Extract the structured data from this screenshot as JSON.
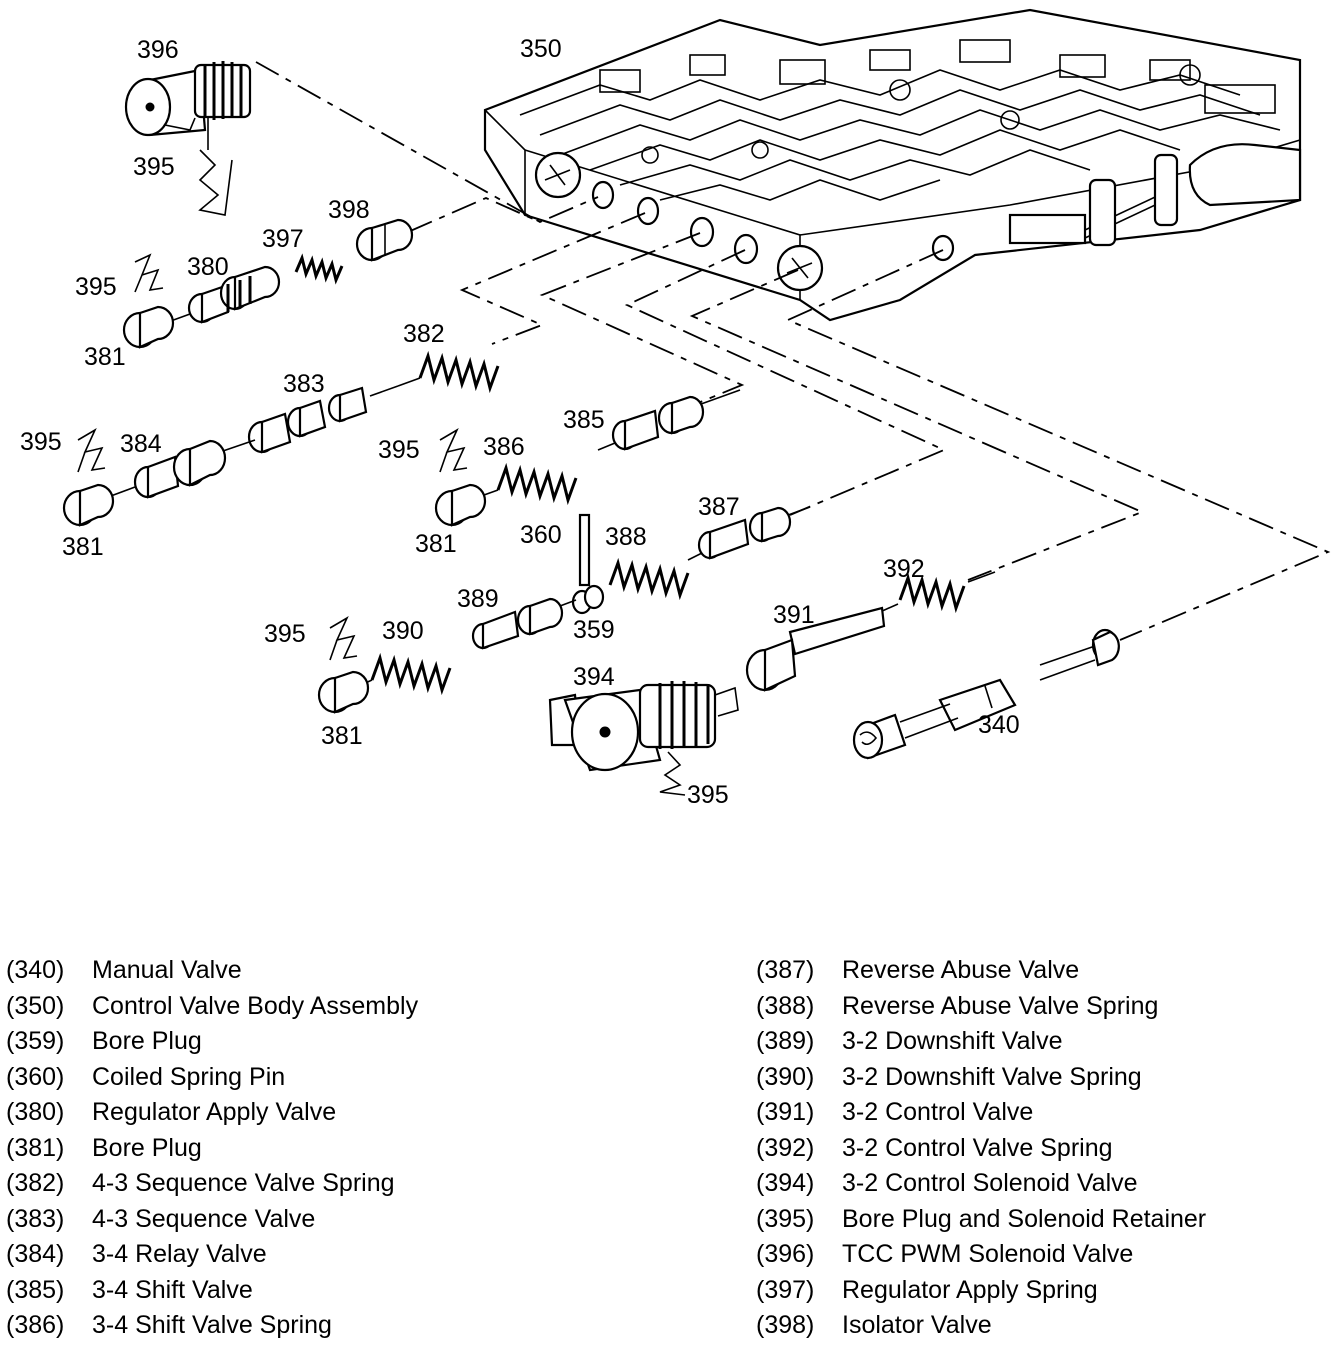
{
  "callouts": {
    "c340": "340",
    "c350": "350",
    "c359": "359",
    "c360": "360",
    "c380": "380",
    "c381a": "381",
    "c381b": "381",
    "c381c": "381",
    "c381d": "381",
    "c382": "382",
    "c383": "383",
    "c384": "384",
    "c385": "385",
    "c386": "386",
    "c387": "387",
    "c388": "388",
    "c389": "389",
    "c390": "390",
    "c391": "391",
    "c392": "392",
    "c394": "394",
    "c395a": "395",
    "c395b": "395",
    "c395c": "395",
    "c395d": "395",
    "c395e": "395",
    "c395f": "395",
    "c396": "396",
    "c397": "397",
    "c398": "398"
  },
  "legend": {
    "left": [
      {
        "num": "(340)",
        "label": "Manual Valve"
      },
      {
        "num": "(350)",
        "label": "Control Valve Body Assembly"
      },
      {
        "num": "(359)",
        "label": "Bore Plug"
      },
      {
        "num": "(360)",
        "label": "Coiled Spring Pin"
      },
      {
        "num": "(380)",
        "label": "Regulator Apply Valve"
      },
      {
        "num": "(381)",
        "label": "Bore Plug"
      },
      {
        "num": "(382)",
        "label": "4-3 Sequence Valve Spring"
      },
      {
        "num": "(383)",
        "label": "4-3 Sequence Valve"
      },
      {
        "num": "(384)",
        "label": "3-4 Relay Valve"
      },
      {
        "num": "(385)",
        "label": "3-4 Shift Valve"
      },
      {
        "num": "(386)",
        "label": "3-4 Shift Valve Spring"
      }
    ],
    "right": [
      {
        "num": "(387)",
        "label": "Reverse Abuse Valve"
      },
      {
        "num": "(388)",
        "label": "Reverse Abuse Valve Spring"
      },
      {
        "num": "(389)",
        "label": "3-2 Downshift Valve"
      },
      {
        "num": "(390)",
        "label": "3-2 Downshift Valve Spring"
      },
      {
        "num": "(391)",
        "label": "3-2 Control Valve"
      },
      {
        "num": "(392)",
        "label": "3-2 Control Valve Spring"
      },
      {
        "num": "(394)",
        "label": "3-2 Control Solenoid Valve"
      },
      {
        "num": "(395)",
        "label": "Bore Plug and Solenoid Retainer"
      },
      {
        "num": "(396)",
        "label": "TCC PWM Solenoid Valve"
      },
      {
        "num": "(397)",
        "label": "Regulator Apply Spring"
      },
      {
        "num": "(398)",
        "label": "Isolator Valve"
      }
    ]
  }
}
